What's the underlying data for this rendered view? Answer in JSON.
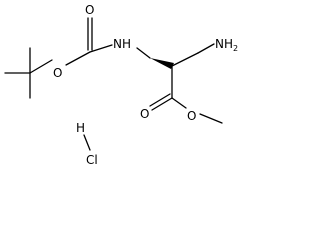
{
  "structure": {
    "labels": {
      "nh": "NH",
      "nh2": "NH",
      "nh2_sub": "2",
      "o_carbonyl_boc": "O",
      "o_ester_boc": "O",
      "o_carbonyl_ester": "O",
      "o_methoxy": "O",
      "h": "H",
      "cl": "Cl"
    }
  }
}
